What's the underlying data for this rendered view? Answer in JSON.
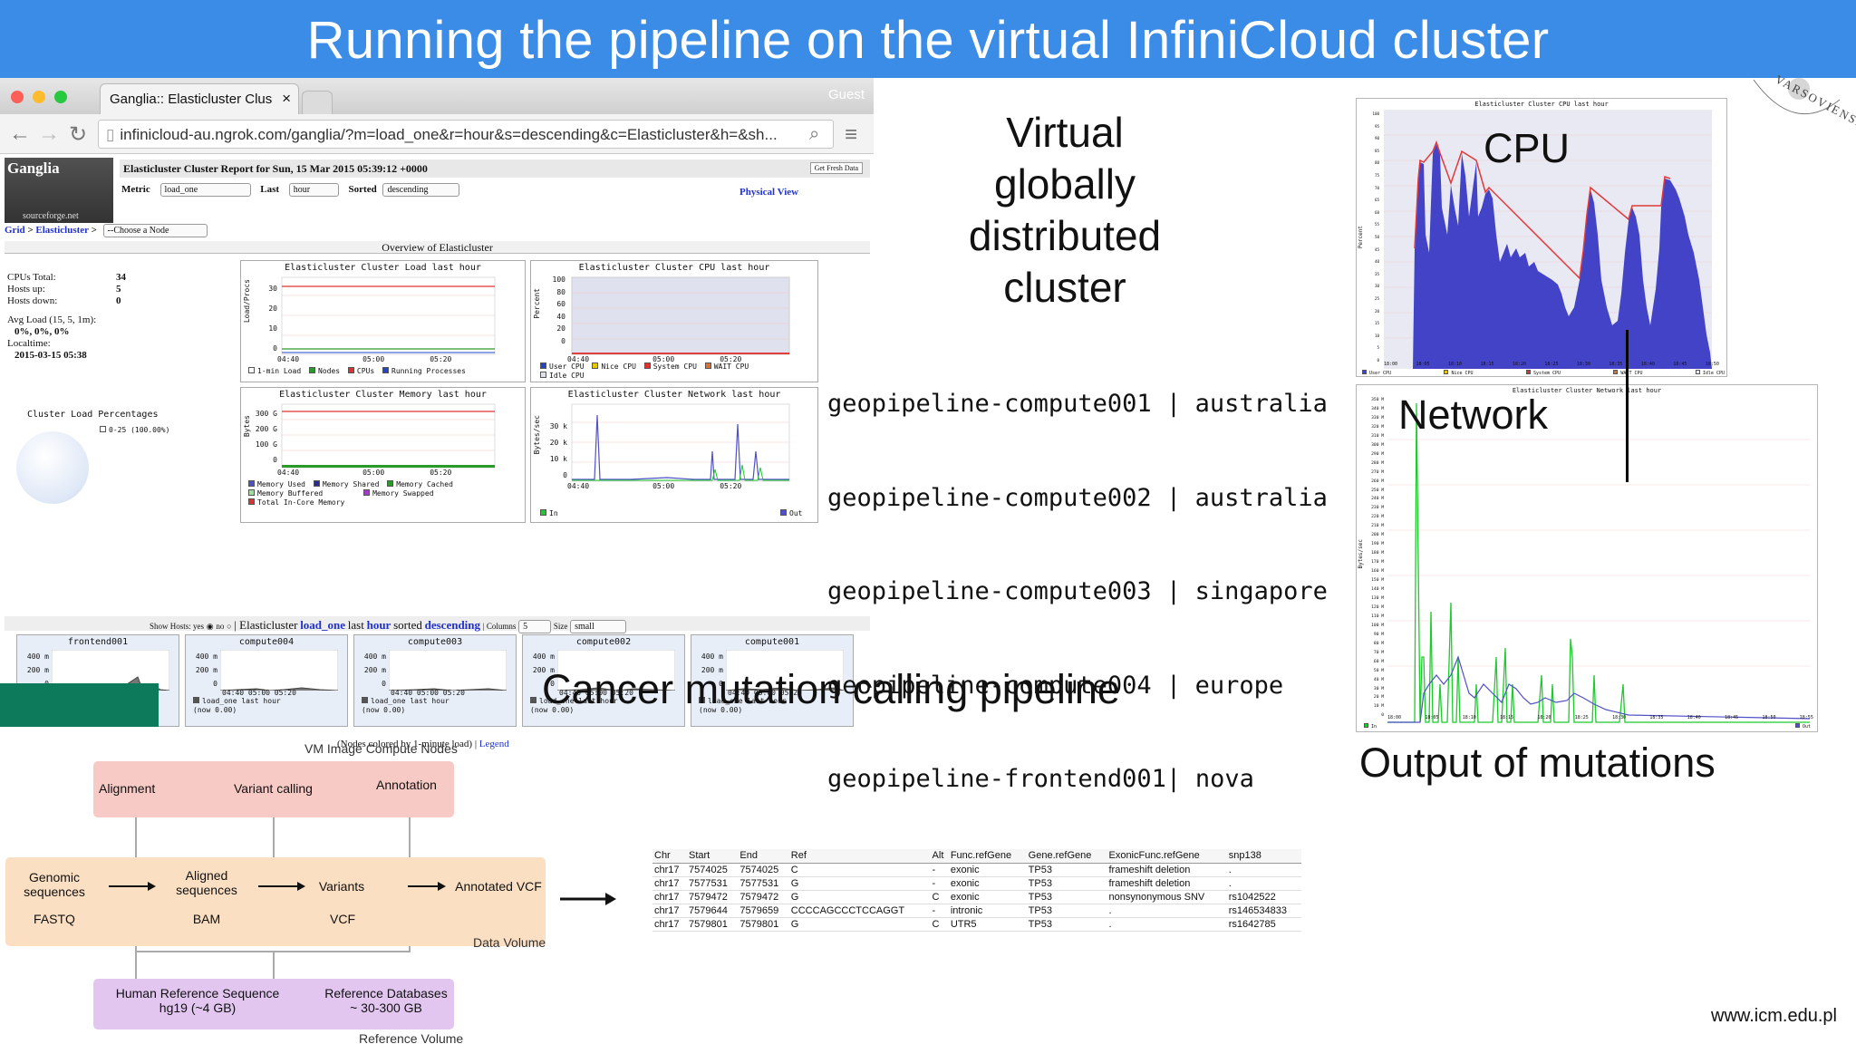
{
  "slide": {
    "title": "Running the pipeline on the virtual InfiniCloud cluster",
    "footer_url": "www.icm.edu.pl",
    "seal_text": "VARSOVIENSIS"
  },
  "browser": {
    "tab_title": "Ganglia:: Elasticluster Clus",
    "guest_label": "Guest",
    "url": "infinicloud-au.ngrok.com/ganglia/?m=load_one&r=hour&s=descending&c=Elasticluster&h=&sh...",
    "tab_close": "×"
  },
  "ganglia": {
    "logo": "Ganglia",
    "logo_sub": "sourceforge.net",
    "report_title": "Elasticluster Cluster Report for Sun, 15 Mar 2015 05:39:12 +0000",
    "fresh_button": "Get Fresh Data",
    "metric_label": "Metric",
    "metric_value": "load_one",
    "last_label": "Last",
    "last_value": "hour",
    "sorted_label": "Sorted",
    "sorted_value": "descending",
    "physical_view": "Physical View",
    "breadcrumb_grid": "Grid",
    "breadcrumb_sep": " > ",
    "breadcrumb_cluster": "Elasticluster",
    "breadcrumb_sep2": " >",
    "node_select": "--Choose a Node",
    "overview_title": "Overview of Elasticluster",
    "cpus_total_label": "CPUs Total:",
    "cpus_total": "34",
    "hosts_up_label": "Hosts up:",
    "hosts_up": "5",
    "hosts_down_label": "Hosts down:",
    "hosts_down": "0",
    "avg_load_label": "Avg Load (15, 5, 1m):",
    "avg_load": "0%, 0%, 0%",
    "localtime_label": "Localtime:",
    "localtime": "2015-03-15 05:38",
    "load_pct_title": "Cluster Load Percentages",
    "load_pct_legend": "0-25 (100.00%)",
    "charts": {
      "load": {
        "title": "Elasticluster Cluster Load last hour",
        "ylabel": "Load/Procs",
        "yticks": [
          "30",
          "20",
          "10",
          "0"
        ],
        "xticks": [
          "04:40",
          "05:00",
          "05:20"
        ],
        "legend": [
          "1-min Load",
          "Nodes",
          "CPUs",
          "Running Processes"
        ]
      },
      "cpu": {
        "title": "Elasticluster Cluster CPU last hour",
        "ylabel": "Percent",
        "yticks": [
          "100",
          "80",
          "60",
          "40",
          "20",
          "0"
        ],
        "xticks": [
          "04:40",
          "05:00",
          "05:20"
        ],
        "legend": [
          "User CPU",
          "Nice CPU",
          "System CPU",
          "WAIT CPU",
          "Idle CPU"
        ]
      },
      "memory": {
        "title": "Elasticluster Cluster Memory last hour",
        "ylabel": "Bytes",
        "yticks": [
          "300 G",
          "200 G",
          "100 G",
          "0"
        ],
        "xticks": [
          "04:40",
          "05:00",
          "05:20"
        ],
        "legend": [
          "Memory Used",
          "Memory Shared",
          "Memory Cached",
          "Memory Buffered",
          "Memory Swapped",
          "Total In-Core Memory"
        ]
      },
      "network": {
        "title": "Elasticluster Cluster Network last hour",
        "ylabel": "Bytes/sec",
        "yticks": [
          "30 k",
          "20 k",
          "10 k",
          "0"
        ],
        "xticks": [
          "04:40",
          "05:00",
          "05:20"
        ],
        "legend": [
          "In",
          "Out"
        ]
      }
    },
    "host_bar": {
      "show_hosts": "Show Hosts: yes",
      "no": "no",
      "report_prefix": "| Elasticluster",
      "metric": "load_one",
      "mid1": "last",
      "range": "hour",
      "mid2": "sorted",
      "sort": "descending",
      "columns_label": "| Columns",
      "columns_value": "5",
      "size_label": "Size",
      "size_value": "small"
    },
    "hosts": [
      {
        "name": "frontend001"
      },
      {
        "name": "compute004"
      },
      {
        "name": "compute003"
      },
      {
        "name": "compute002"
      },
      {
        "name": "compute001"
      }
    ],
    "host_yticks": [
      "400 m",
      "200 m",
      "0"
    ],
    "host_xticks": "04:40  05:00  05:20",
    "host_legend": "load_one last hour",
    "host_now": "(now 0.00)",
    "nodes_colored": "(Nodes colored by 1-minute load) |",
    "legend_link": "Legend"
  },
  "cluster_info": {
    "heading_lines": [
      "Virtual",
      "globally",
      "distributed",
      "cluster"
    ],
    "nodes": [
      {
        "name": "geopipeline-compute001",
        "sep": " | ",
        "region": "australia"
      },
      {
        "name": "geopipeline-compute002",
        "sep": " | ",
        "region": "australia"
      },
      {
        "name": "geopipeline-compute003",
        "sep": " | ",
        "region": "singapore"
      },
      {
        "name": "geopipeline-compute004",
        "sep": " | ",
        "region": "europe"
      },
      {
        "name": "geopipeline-frontend001",
        "sep": "| ",
        "region": "nova"
      }
    ]
  },
  "right_charts": {
    "cpu": {
      "title": "Elasticluster Cluster CPU last hour",
      "overlay_label": "CPU",
      "ylabel": "Percent",
      "yticks": [
        "100",
        "95",
        "90",
        "85",
        "80",
        "75",
        "70",
        "65",
        "60",
        "55",
        "50",
        "45",
        "40",
        "35",
        "30",
        "25",
        "20",
        "15",
        "10",
        "5",
        "0"
      ],
      "xticks": [
        "18:00",
        "18:05",
        "18:10",
        "18:15",
        "18:20",
        "18:25",
        "18:30",
        "18:35",
        "18:40",
        "18:45",
        "18:50"
      ],
      "legend": [
        "User CPU",
        "Nice CPU",
        "System CPU",
        "WAIT CPU",
        "Idle CPU"
      ]
    },
    "network": {
      "title": "Elasticluster Cluster Network last hour",
      "overlay_label": "Network",
      "ylabel": "Bytes/sec",
      "yticks": [
        "350 M",
        "340 M",
        "330 M",
        "320 M",
        "310 M",
        "300 M",
        "290 M",
        "280 M",
        "270 M",
        "260 M",
        "250 M",
        "240 M",
        "230 M",
        "220 M",
        "210 M",
        "200 M",
        "190 M",
        "180 M",
        "170 M",
        "160 M",
        "150 M",
        "140 M",
        "130 M",
        "120 M",
        "110 M",
        "100 M",
        "90 M",
        "80 M",
        "70 M",
        "60 M",
        "50 M",
        "40 M",
        "30 M",
        "20 M",
        "10 M",
        "0"
      ],
      "xticks": [
        "18:00",
        "18:05",
        "18:10",
        "18:15",
        "18:20",
        "18:25",
        "18:30",
        "18:35",
        "18:40",
        "18:45",
        "18:50",
        "18:55"
      ],
      "legend": [
        "In",
        "Out"
      ]
    }
  },
  "pipeline": {
    "heading": "Cancer mutation calling pipeline",
    "compute_label": "VM Image Compute Nodes",
    "steps": [
      "Alignment",
      "Variant calling",
      "Annotation"
    ],
    "data_items": [
      "Genomic\nsequences",
      "Aligned\nsequences",
      "Variants",
      "Annotated VCF"
    ],
    "formats": [
      "FASTQ",
      "BAM",
      "VCF"
    ],
    "data_volume_label": "Data Volume",
    "refs": [
      "Human Reference Sequence\nhg19 (~4 GB)",
      "Reference Databases\n~ 30-300 GB"
    ],
    "ref_volume_label": "Reference Volume"
  },
  "output_heading": "Output of mutations",
  "mutation_table": {
    "headers": [
      "Chr",
      "Start",
      "End",
      "Ref",
      "Alt",
      "Func.refGene",
      "Gene.refGene",
      "ExonicFunc.refGene",
      "snp138"
    ],
    "rows": [
      [
        "chr17",
        "7574025",
        "7574025",
        "C",
        "-",
        "exonic",
        "TP53",
        "frameshift deletion",
        "."
      ],
      [
        "chr17",
        "7577531",
        "7577531",
        "G",
        "-",
        "exonic",
        "TP53",
        "frameshift deletion",
        "."
      ],
      [
        "chr17",
        "7579472",
        "7579472",
        "G",
        "C",
        "exonic",
        "TP53",
        "nonsynonymous SNV",
        "rs1042522"
      ],
      [
        "chr17",
        "7579644",
        "7579659",
        "CCCCAGCCCTCCAGGT",
        "-",
        "intronic",
        "TP53",
        ".",
        "rs146534833"
      ],
      [
        "chr17",
        "7579801",
        "7579801",
        "G",
        "C",
        "UTR5",
        "TP53",
        ".",
        "rs1642785"
      ]
    ]
  },
  "colors": {
    "title_bar": "#3b8ce6",
    "green_block": "#0e7a5c",
    "cpu_fill": "#4343c8",
    "system_cpu": "#e0403a",
    "net_in": "#1ecb2c",
    "net_out": "#5050c8"
  }
}
